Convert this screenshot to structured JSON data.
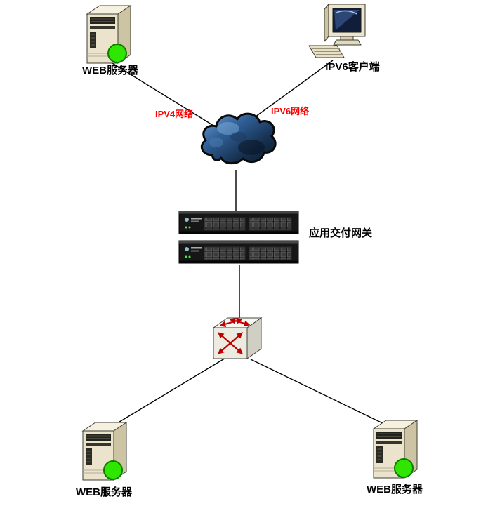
{
  "nodes": {
    "web_server_top": {
      "label": "WEB服务器"
    },
    "ipv6_client": {
      "label": "IPV6客户端"
    },
    "app_delivery_gateway": {
      "label": "应用交付网关"
    },
    "web_server_bottom_left": {
      "label": "WEB服务器"
    },
    "web_server_bottom_right": {
      "label": "WEB服务器"
    }
  },
  "link_labels": {
    "ipv4_network": "IPV4网络",
    "ipv6_network": "IPV6网络"
  },
  "colors": {
    "background": "#FFFFFF",
    "node_label_text": "#000000",
    "link_label_text": "#FF0000",
    "connection_line": "#000000",
    "status_led_green": "#2EE600",
    "switch_arrow_red": "#CC0000",
    "cloud_fill_light": "#6F9FD0",
    "cloud_fill_dark": "#0A1828"
  }
}
